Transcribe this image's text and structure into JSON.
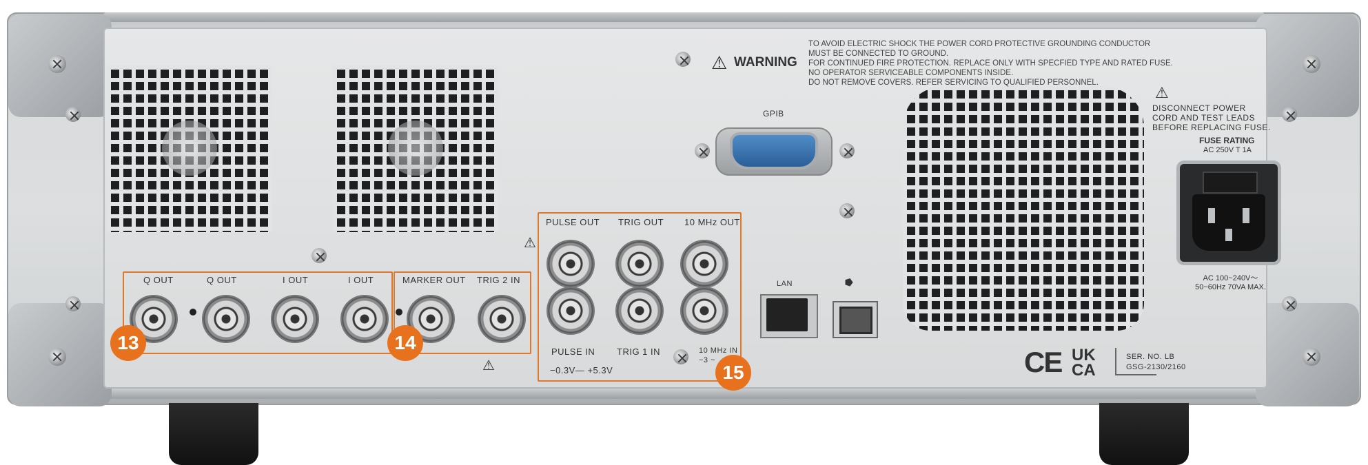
{
  "warning": {
    "title": "WARNING",
    "lines": [
      "TO AVOID ELECTRIC SHOCK THE POWER CORD PROTECTIVE GROUNDING CONDUCTOR",
      "MUST BE CONNECTED TO GROUND.",
      "FOR CONTINUED FIRE PROTECTION. REPLACE ONLY WITH SPECFIED TYPE AND RATED FUSE.",
      "NO OPERATOR SERVICEABLE COMPONENTS INSIDE.",
      "DO NOT REMOVE COVERS. REFER SERVICING TO QUALIFIED PERSONNEL."
    ]
  },
  "gpib_label": "GPIB",
  "lan_label": "LAN",
  "usb_symbol": "⭓",
  "disconnect_notice": [
    "DISCONNECT POWER",
    "CORD AND TEST LEADS",
    "BEFORE REPLACING FUSE."
  ],
  "fuse": {
    "title": "FUSE RATING",
    "rating": "AC 250V  T 1A"
  },
  "power_rating": [
    "AC 100~240V～",
    "50~60Hz 70VA MAX."
  ],
  "group13": {
    "badge": "13",
    "labels": [
      "Q  OUT",
      "Q  OUT",
      "I  OUT",
      "I  OUT"
    ]
  },
  "group14": {
    "badge": "14",
    "labels": [
      "MARKER  OUT",
      "TRIG 2  IN"
    ]
  },
  "group15": {
    "badge": "15",
    "top_labels": [
      "PULSE  OUT",
      "TRIG  OUT",
      "10 MHz  OUT"
    ],
    "bottom_labels": [
      "PULSE  IN",
      "TRIG 1  IN",
      "10 MHz  IN"
    ],
    "range": "−0.3V— +5.3V",
    "range2": "−3 ~"
  },
  "certs": {
    "ce": "CE",
    "ukca_top": "UK",
    "ukca_bottom": "CA"
  },
  "serial": {
    "label": "SER. NO. LB",
    "model": "GSG-2130/2160"
  }
}
